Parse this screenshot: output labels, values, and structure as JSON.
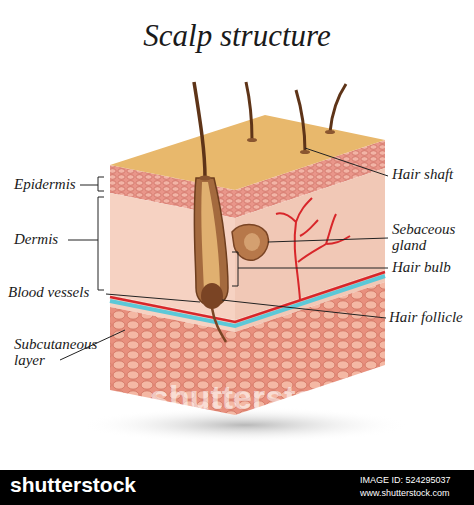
{
  "diagram": {
    "title": "Scalp structure",
    "labels": [
      "Epidermis",
      "Dermis",
      "Blood vessels",
      "Subcutaneous layer",
      "Hair shaft",
      "Sebaceous gland",
      "Hair bulb",
      "Hair follicle",
      "shutterstock",
      "shutterstock",
      "IMAGE ID: 524295037",
      "www.shutterstock.com"
    ]
  }
}
